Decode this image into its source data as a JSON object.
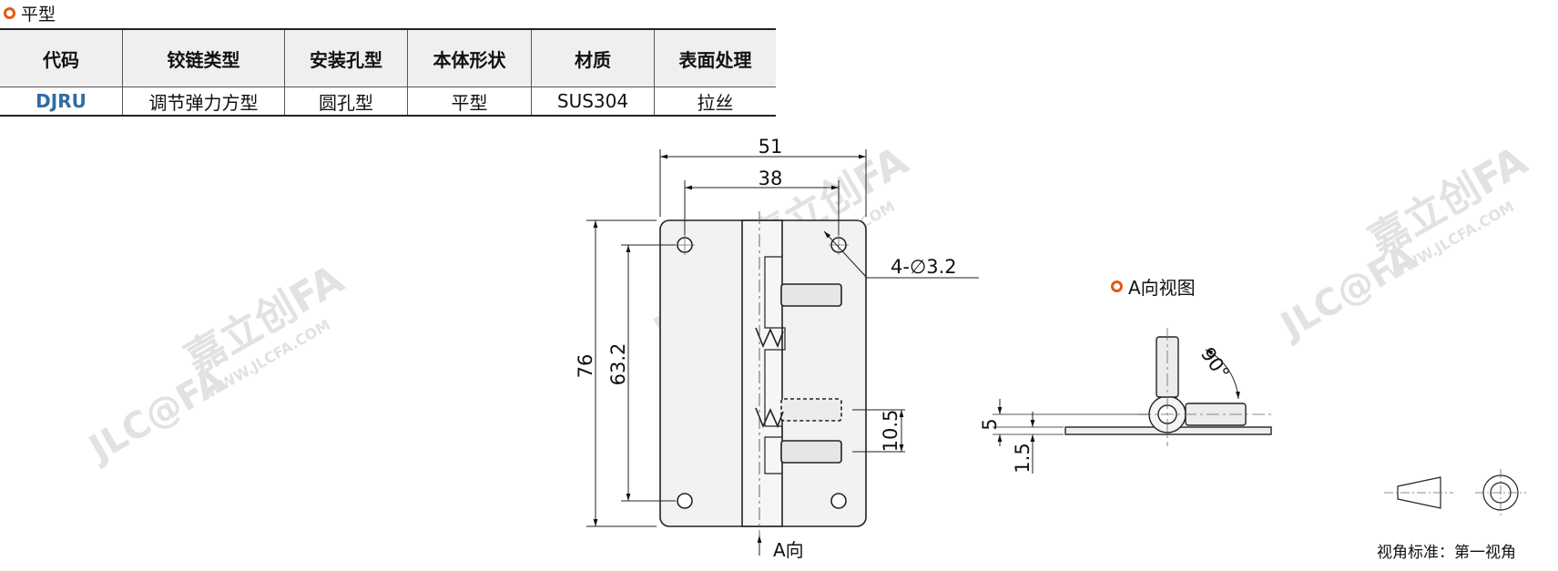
{
  "section": {
    "title": "平型"
  },
  "table": {
    "headers": [
      "代码",
      "铰链类型",
      "安装孔型",
      "本体形状",
      "材质",
      "表面处理"
    ],
    "row": [
      "DJRU",
      "调节弹力方型",
      "圆孔型",
      "平型",
      "SUS304",
      "拉丝"
    ]
  },
  "drawing": {
    "dim_width": "51",
    "dim_hole_spacing_x": "38",
    "dim_height": "76",
    "dim_hole_spacing_y": "63.2",
    "dim_offset": "10.5",
    "hole_spec": "4-∅3.2",
    "view_a_label": "A向",
    "view_a_title": "A向视图",
    "dim_thickness_5": "5",
    "dim_thickness_15": "1.5",
    "angle": "90°",
    "view_standard": "视角标准：第一视角"
  },
  "watermark": {
    "brand": "嘉立创FA",
    "site": "WWW.JLCFA.COM",
    "logo": "JLC@FA"
  }
}
